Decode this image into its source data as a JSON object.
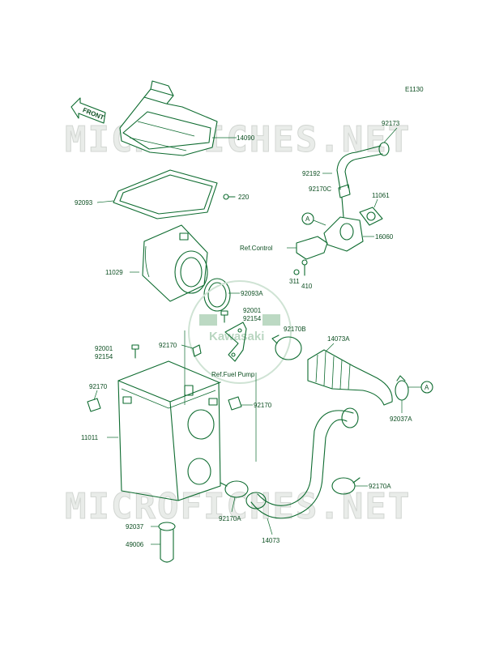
{
  "diagram": {
    "code": "E1130",
    "front_marker": "FRONT",
    "watermark_text": "MICROFICHES.NET",
    "logo_text": "Kawasaki",
    "colors": {
      "line": "#0d6b2f",
      "label": "#0d4f22",
      "fill": "#c7e8cf",
      "watermark": "#d2d6d2"
    },
    "ref_labels": {
      "ref_control": "Ref.Control",
      "ref_fuel_pump": "Ref.Fuel Pump"
    },
    "callouts": {
      "p14090": "14090",
      "p92093": "92093",
      "p220": "220",
      "p11029": "11029",
      "p92093a": "92093A",
      "p92001_top": "92001",
      "p92154_top": "92154",
      "p92170b": "92170B",
      "p92001_left": "92001",
      "p92154_left": "92154",
      "p92170_mid": "92170",
      "p92170_left": "92170",
      "p92170_right": "92170",
      "p11011": "11011",
      "p92037": "92037",
      "p49006": "49006",
      "p92170a_bot": "92170A",
      "p14073": "14073",
      "p92170a_right": "92170A",
      "p14073a": "14073A",
      "p92037a": "92037A",
      "p92173": "92173",
      "p92192": "92192",
      "p92170c": "92170C",
      "p11061": "11061",
      "p16060": "16060",
      "p311": "311",
      "p410": "410",
      "ref_a1": "A",
      "ref_a2": "A"
    }
  }
}
